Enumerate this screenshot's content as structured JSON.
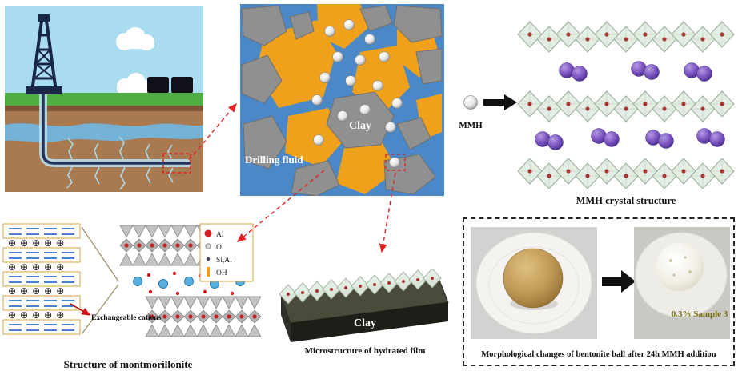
{
  "colors": {
    "suspension_blue": "#4a88c8",
    "fluid_orange": "#f0a11c",
    "clay_gray": "#909090",
    "octahedra_green": "#e2ece2",
    "cation_purple": "#7a52c0",
    "annotation_red": "#e32222"
  },
  "clay_panel": {
    "clay_label": "Clay",
    "fluid_label": "Drilling fluid"
  },
  "mmh_panel": {
    "sphere_label": "MMH",
    "caption": "MMH crystal structure"
  },
  "montmorillonite_panel": {
    "caption": "Structure of montmorillonite",
    "cations_label": "Exchangeable cations",
    "interlayer_symbols": "⊕ ⊕ ⊕ ⊕ ⊕",
    "legend": {
      "al": "Al",
      "o": "O",
      "si_al": "Si,Al",
      "oh": "OH"
    }
  },
  "film_panel": {
    "clay_label": "Clay",
    "caption": "Microstructure of hydrated film"
  },
  "bentonite_panel": {
    "sample_label": "0.3% Sample 3",
    "caption": "Morphological changes of bentonite ball after 24h MMH addition"
  }
}
